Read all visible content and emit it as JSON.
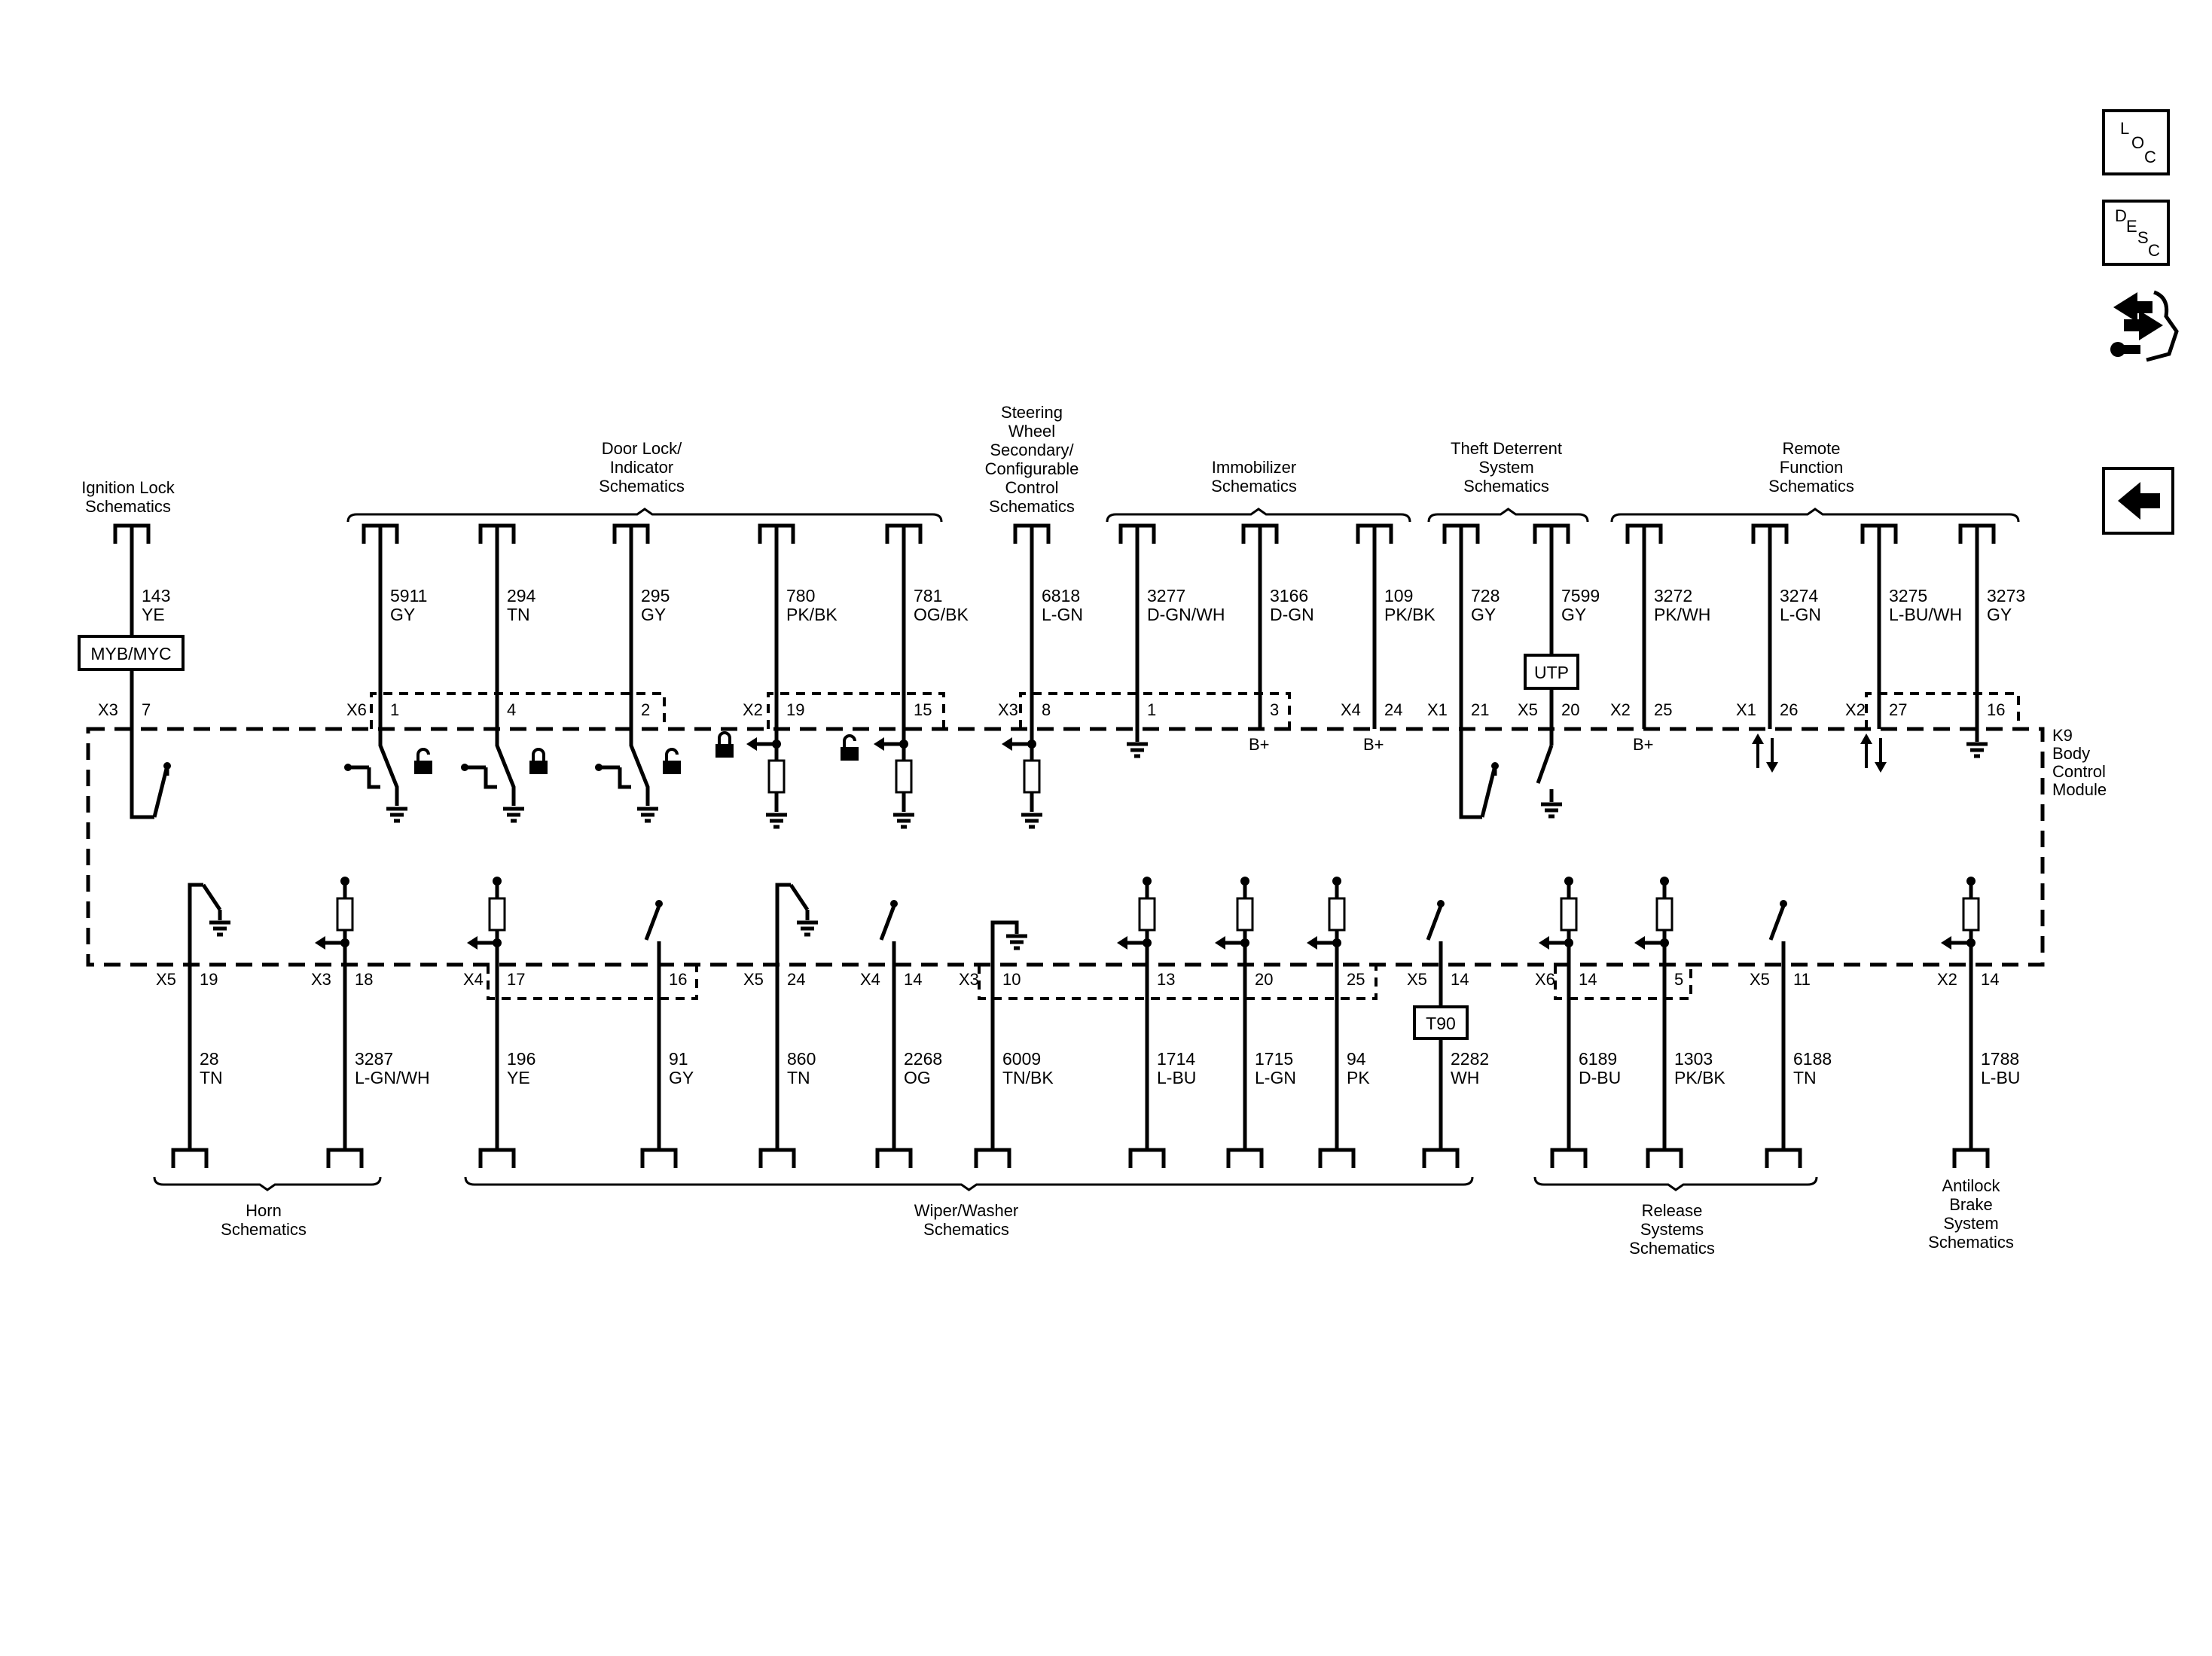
{
  "nav": {
    "loc": [
      "L",
      "O",
      "C"
    ],
    "desc": [
      "D",
      "E",
      "S",
      "C"
    ]
  },
  "module": [
    "K9",
    "Body",
    "Control",
    "Module"
  ],
  "top_sections": [
    {
      "lines": [
        "Ignition Lock",
        "Schematics"
      ]
    },
    {
      "lines": [
        "Door Lock/",
        "Indicator",
        "Schematics"
      ]
    },
    {
      "lines": [
        "Steering",
        "Wheel",
        "Secondary/",
        "Configurable",
        "Control",
        "Schematics"
      ]
    },
    {
      "lines": [
        "Immobilizer",
        "Schematics"
      ]
    },
    {
      "lines": [
        "Theft Deterrent",
        "System",
        "Schematics"
      ]
    },
    {
      "lines": [
        "Remote",
        "Function",
        "Schematics"
      ]
    }
  ],
  "bottom_sections": [
    {
      "lines": [
        "Horn",
        "Schematics"
      ]
    },
    {
      "lines": [
        "Wiper/Washer",
        "Schematics"
      ]
    },
    {
      "lines": [
        "Release",
        "Systems",
        "Schematics"
      ]
    },
    {
      "lines": [
        "Antilock",
        "Brake",
        "System",
        "Schematics"
      ]
    }
  ],
  "top_wires": [
    {
      "circuit": "143",
      "color": "YE",
      "pin": "7",
      "connector": "X3",
      "inline": "MYB/MYC"
    },
    {
      "circuit": "5911",
      "color": "GY",
      "pin": "1",
      "connector": "X6"
    },
    {
      "circuit": "294",
      "color": "TN",
      "pin": "4"
    },
    {
      "circuit": "295",
      "color": "GY",
      "pin": "2"
    },
    {
      "circuit": "780",
      "color": "PK/BK",
      "pin": "19",
      "connector": "X2"
    },
    {
      "circuit": "781",
      "color": "OG/BK",
      "pin": "15"
    },
    {
      "circuit": "6818",
      "color": "L-GN",
      "pin": "8",
      "connector": "X3"
    },
    {
      "circuit": "3277",
      "color": "D-GN/WH",
      "pin": "1"
    },
    {
      "circuit": "3166",
      "color": "D-GN",
      "pin": "3",
      "supply": "B+"
    },
    {
      "circuit": "109",
      "color": "PK/BK",
      "pin": "24",
      "connector": "X4",
      "supply": "B+"
    },
    {
      "circuit": "728",
      "color": "GY",
      "pin": "21",
      "connector": "X1"
    },
    {
      "circuit": "7599",
      "color": "GY",
      "pin": "20",
      "connector": "X5",
      "inline": "UTP"
    },
    {
      "circuit": "3272",
      "color": "PK/WH",
      "pin": "25",
      "connector": "X2",
      "supply": "B+"
    },
    {
      "circuit": "3274",
      "color": "L-GN",
      "pin": "26",
      "connector": "X1"
    },
    {
      "circuit": "3275",
      "color": "L-BU/WH",
      "pin": "27",
      "connector": "X2"
    },
    {
      "circuit": "3273",
      "color": "GY",
      "pin": "16"
    }
  ],
  "bottom_wires": [
    {
      "circuit": "28",
      "color": "TN",
      "pin": "19",
      "connector": "X5"
    },
    {
      "circuit": "3287",
      "color": "L-GN/WH",
      "pin": "18",
      "connector": "X3"
    },
    {
      "circuit": "196",
      "color": "YE",
      "pin": "17",
      "connector": "X4"
    },
    {
      "circuit": "91",
      "color": "GY",
      "pin": "16"
    },
    {
      "circuit": "860",
      "color": "TN",
      "pin": "24",
      "connector": "X5"
    },
    {
      "circuit": "2268",
      "color": "OG",
      "pin": "14",
      "connector": "X4"
    },
    {
      "circuit": "6009",
      "color": "TN/BK",
      "pin": "10",
      "connector": "X3"
    },
    {
      "circuit": "1714",
      "color": "L-BU",
      "pin": "13"
    },
    {
      "circuit": "1715",
      "color": "L-GN",
      "pin": "20"
    },
    {
      "circuit": "94",
      "color": "PK",
      "pin": "25"
    },
    {
      "circuit": "2282",
      "color": "WH",
      "pin": "14",
      "connector": "X5",
      "inline": "T90"
    },
    {
      "circuit": "6189",
      "color": "D-BU",
      "pin": "14",
      "connector": "X6"
    },
    {
      "circuit": "1303",
      "color": "PK/BK",
      "pin": "5"
    },
    {
      "circuit": "6188",
      "color": "TN",
      "pin": "11",
      "connector": "X5"
    },
    {
      "circuit": "1788",
      "color": "L-BU",
      "pin": "14",
      "connector": "X2"
    }
  ]
}
